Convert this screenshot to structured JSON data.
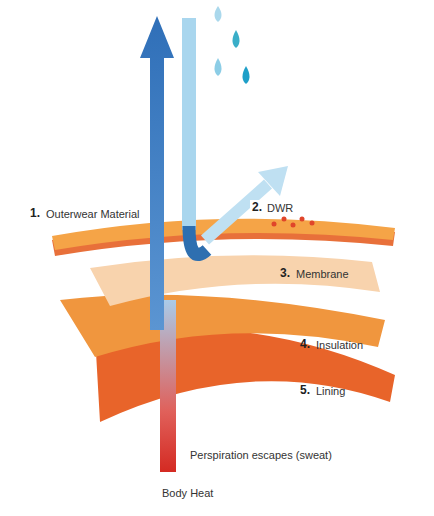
{
  "diagram": {
    "labels": [
      "1.",
      "Outerwear Material",
      "2.",
      "DWR",
      "3.",
      "Membrane",
      "4.",
      "Insulation",
      "5.",
      "Lining",
      "Perspiration escapes (sweat)",
      "Body Heat"
    ]
  }
}
